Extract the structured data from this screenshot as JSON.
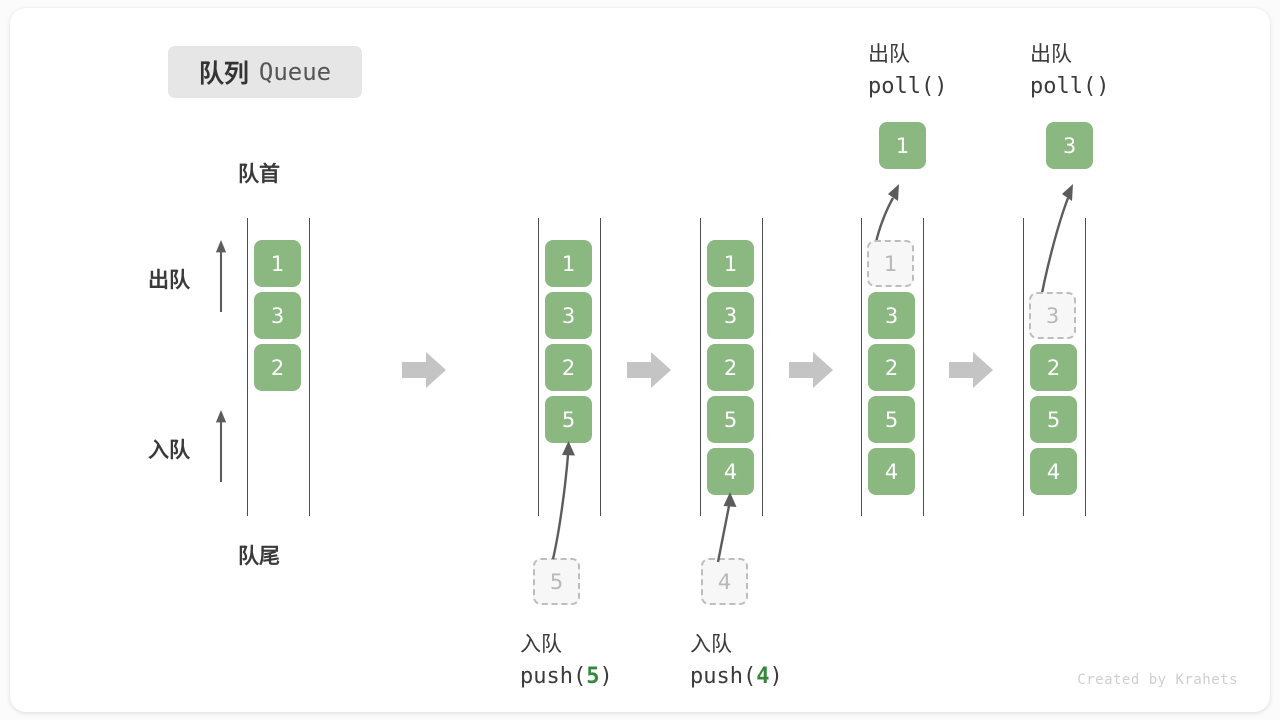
{
  "title": {
    "cn": "队列",
    "en": "Queue"
  },
  "labels": {
    "head": "队首",
    "tail": "队尾",
    "dequeue": "出队",
    "enqueue": "入队"
  },
  "credit": "Created by Krahets",
  "colors": {
    "cell_fill": "#8ab880",
    "cell_text": "#ffffff",
    "ghost_fill": "#f7f7f7",
    "ghost_border": "#bdbdbd",
    "ghost_text": "#b8b8b8",
    "rail": "#4d4d4d",
    "flow_arrow": "#c4c4c4",
    "badge_bg": "#e6e6e6",
    "accent_green": "#36873c",
    "text": "#3a3a3a"
  },
  "steps": [
    {
      "id": "initial",
      "caption_cn": "",
      "caption_code": "",
      "cells": [
        {
          "value": "1",
          "state": "filled"
        },
        {
          "value": "3",
          "state": "filled"
        },
        {
          "value": "2",
          "state": "filled"
        }
      ],
      "incoming": null,
      "popped": null
    },
    {
      "id": "push-5",
      "caption_cn": "入队",
      "caption_code": "push(5)",
      "caption_arg": "5",
      "cells": [
        {
          "value": "1",
          "state": "filled"
        },
        {
          "value": "3",
          "state": "filled"
        },
        {
          "value": "2",
          "state": "filled"
        },
        {
          "value": "5",
          "state": "filled"
        }
      ],
      "incoming": {
        "value": "5",
        "state": "ghost"
      },
      "popped": null
    },
    {
      "id": "push-4",
      "caption_cn": "入队",
      "caption_code": "push(4)",
      "caption_arg": "4",
      "cells": [
        {
          "value": "1",
          "state": "filled"
        },
        {
          "value": "3",
          "state": "filled"
        },
        {
          "value": "2",
          "state": "filled"
        },
        {
          "value": "5",
          "state": "filled"
        },
        {
          "value": "4",
          "state": "filled"
        }
      ],
      "incoming": {
        "value": "4",
        "state": "ghost"
      },
      "popped": null
    },
    {
      "id": "poll-1",
      "caption_cn": "出队",
      "caption_code": "poll()",
      "cells": [
        {
          "value": "1",
          "state": "ghost"
        },
        {
          "value": "3",
          "state": "filled"
        },
        {
          "value": "2",
          "state": "filled"
        },
        {
          "value": "5",
          "state": "filled"
        },
        {
          "value": "4",
          "state": "filled"
        }
      ],
      "incoming": null,
      "popped": {
        "value": "1",
        "state": "filled"
      }
    },
    {
      "id": "poll-3",
      "caption_cn": "出队",
      "caption_code": "poll()",
      "cells": [
        {
          "value": "3",
          "state": "ghost"
        },
        {
          "value": "2",
          "state": "filled"
        },
        {
          "value": "5",
          "state": "filled"
        },
        {
          "value": "4",
          "state": "filled"
        }
      ],
      "incoming": null,
      "popped": {
        "value": "3",
        "state": "filled"
      }
    }
  ]
}
